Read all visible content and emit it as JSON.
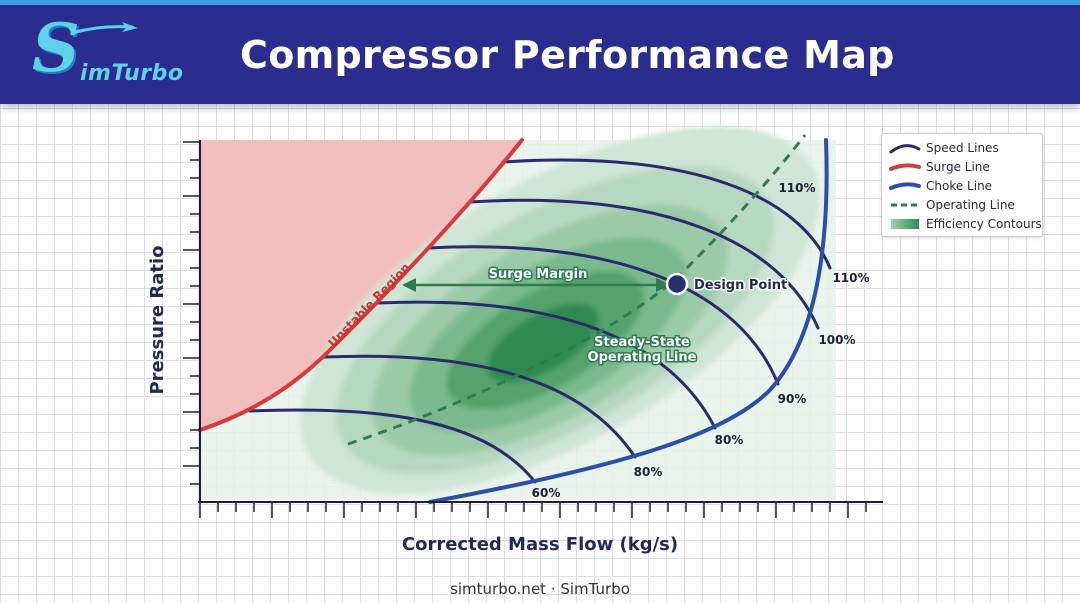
{
  "header": {
    "title": "Compressor Performance Map",
    "logo": {
      "letter": "S",
      "text": "imTurbo",
      "icon": "airplane-icon"
    }
  },
  "axes": {
    "x_label": "Corrected Mass Flow (kg/s)",
    "y_label": "Pressure Ratio"
  },
  "regions": {
    "unstable": "Unstable Region"
  },
  "annotations": {
    "surge_margin": "Surge Margin",
    "design_point": "Design Point",
    "operating_line_1": "Steady-State",
    "operating_line_2": "Operating Line"
  },
  "speed_labels": {
    "s60": "60%",
    "s80a": "80%",
    "s80b": "80%",
    "s90": "90%",
    "s100": "100%",
    "s110a": "110%",
    "s110b": "110%"
  },
  "legend": {
    "speed_lines": "Speed Lines",
    "surge_line": "Surge Line",
    "choke_line": "Choke Line",
    "operating_line": "Operating Line",
    "efficiency_contours": "Efficiency Contours"
  },
  "colors": {
    "header_bg": "#2a2d8e",
    "speed_line": "#2b2a6e",
    "surge_line": "#d63a3a",
    "choke_line": "#2a4fa8",
    "operating_line": "#2e7d50",
    "efficiency": "#2f8a50",
    "unstable_fill": "#f3b9b9"
  },
  "footer": "simturbo.net · SimTurbo"
}
